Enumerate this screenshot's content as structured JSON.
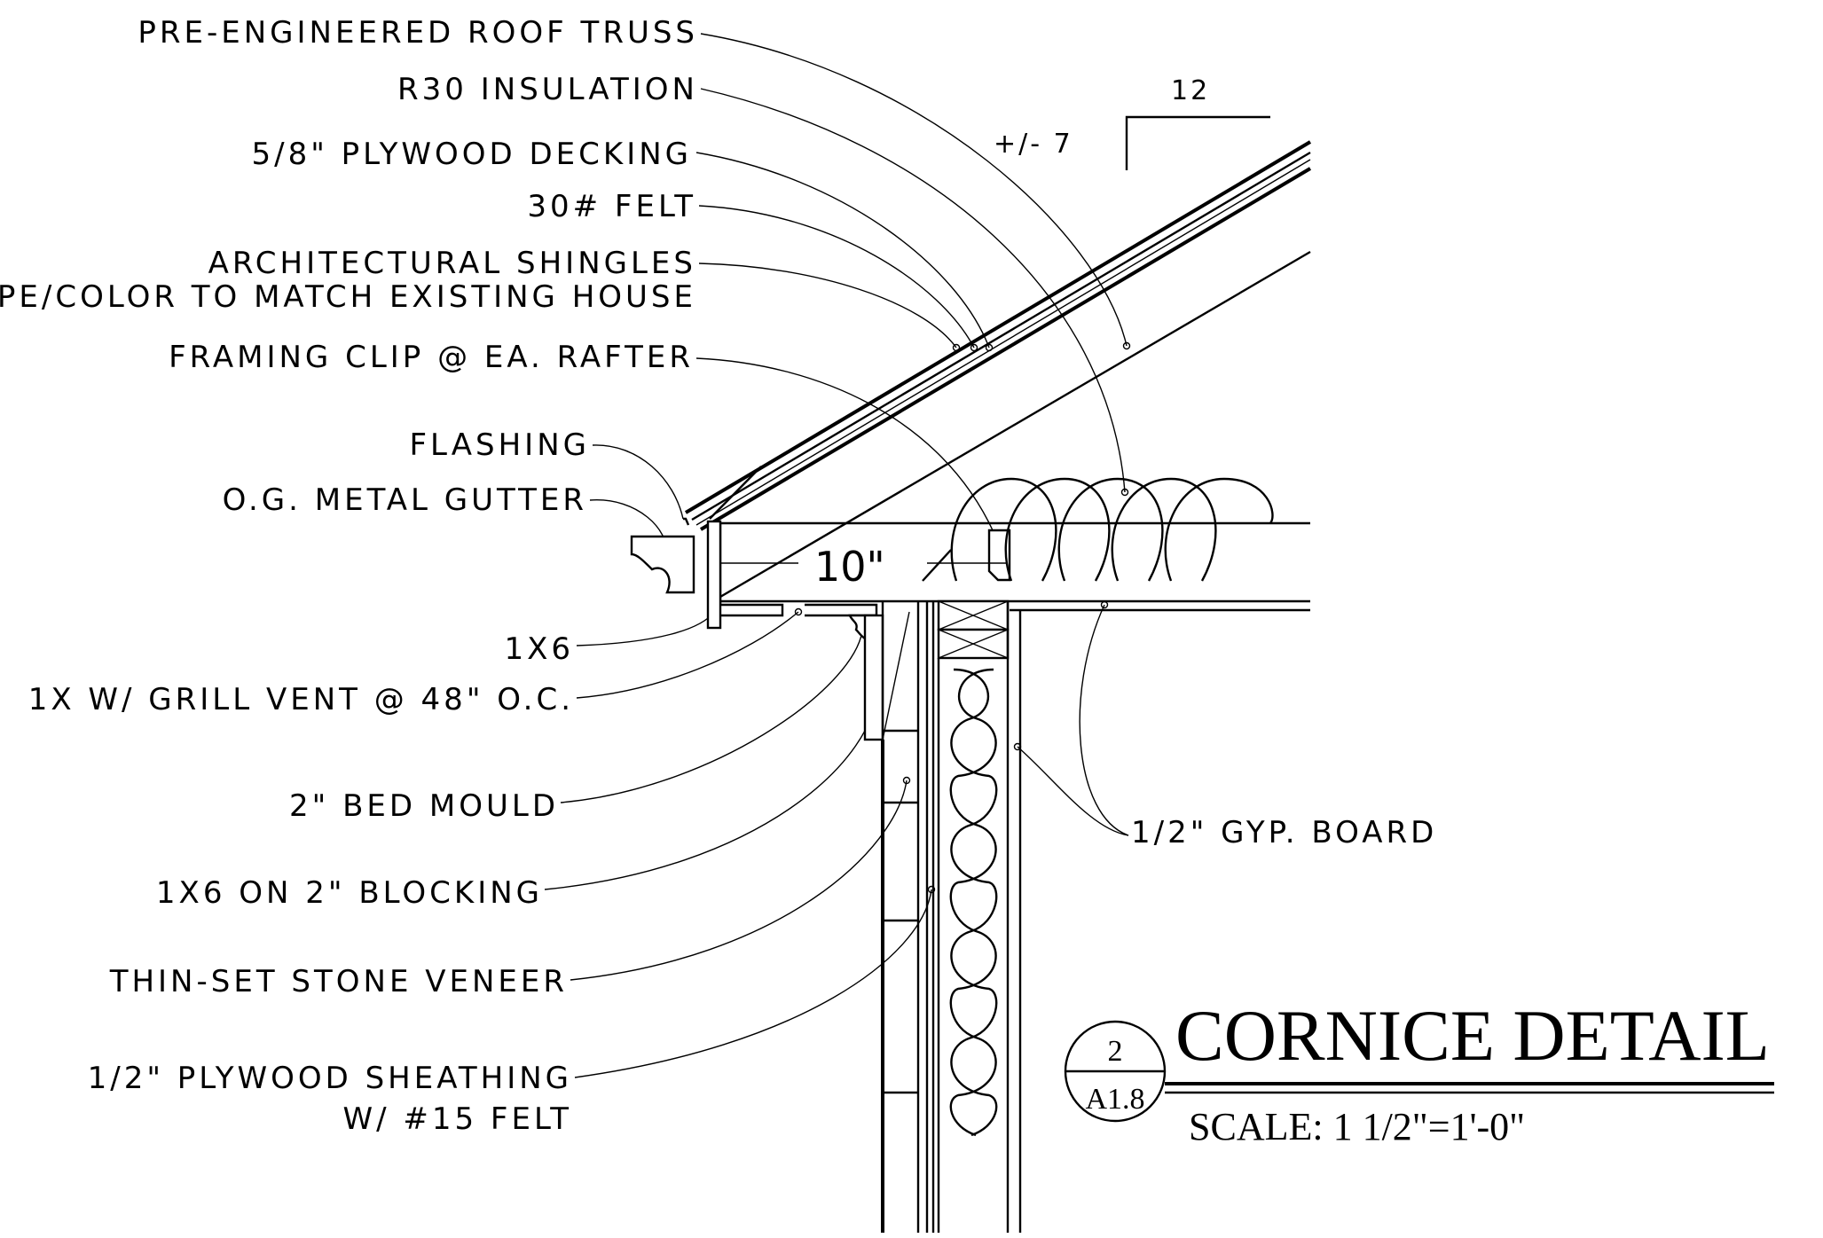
{
  "title": {
    "text": "CORNICE DETAIL",
    "scale": "SCALE: 1 1/2\"=1'-0\"",
    "detail_number": "2",
    "sheet_number": "A1.8"
  },
  "slope": {
    "rise": "+/- 7",
    "run": "12"
  },
  "dimension": "10\"",
  "callouts_left": [
    "PRE-ENGINEERED ROOF TRUSS",
    "R30 INSULATION",
    "5/8\" PLYWOOD DECKING",
    "30# FELT",
    "ARCHITECTURAL SHINGLES",
    "TYPE/COLOR TO MATCH EXISTING HOUSE",
    "FRAMING CLIP @ EA. RAFTER",
    "FLASHING",
    "O.G. METAL GUTTER",
    "1X6",
    "1X W/ GRILL VENT @ 48\" O.C.",
    "2\" BED MOULD",
    "1X6 ON 2\" BLOCKING",
    "THIN-SET STONE VENEER",
    "1/2\" PLYWOOD SHEATHING",
    "W/ #15 FELT"
  ],
  "callouts_right": [
    "1/2\" GYP. BOARD"
  ]
}
